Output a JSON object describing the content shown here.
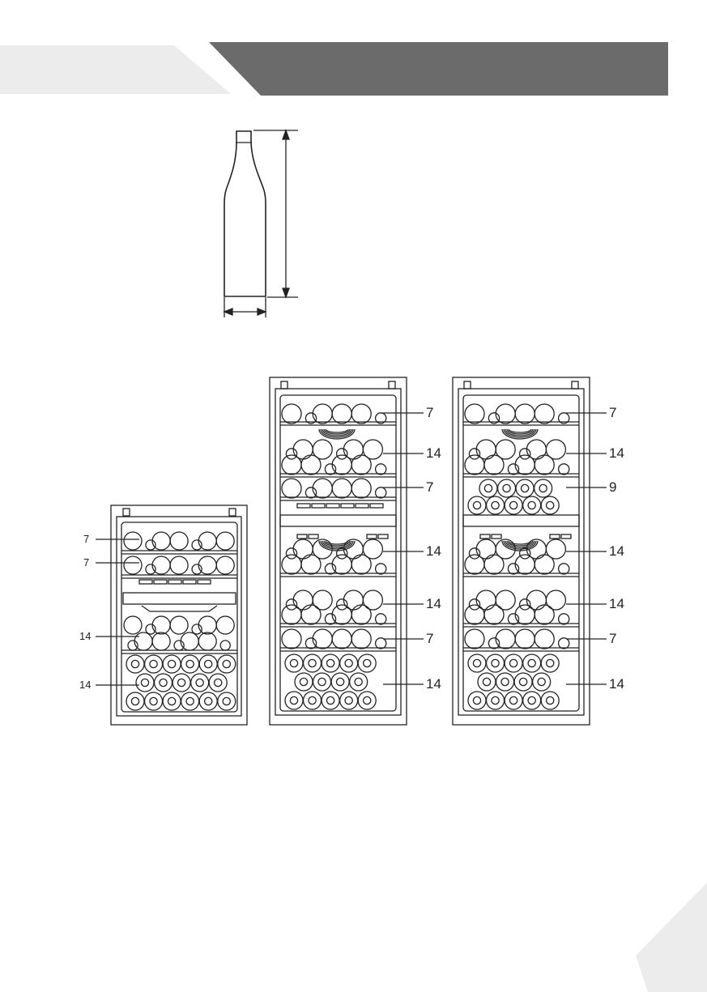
{
  "header": {
    "banner_color": "#6b6b6b",
    "tab_color": "#ececec"
  },
  "bottle": {
    "name": "wine-bottle-icon"
  },
  "cabinets": [
    {
      "name": "small-cabinet",
      "labels": [
        "7",
        "7",
        "14",
        "14"
      ]
    },
    {
      "name": "tall-cabinet-middle",
      "labels": [
        "7",
        "14",
        "7",
        "14",
        "14",
        "7",
        "14"
      ]
    },
    {
      "name": "tall-cabinet-right",
      "labels": [
        "7",
        "14",
        "9",
        "14",
        "14",
        "7",
        "14"
      ]
    }
  ]
}
